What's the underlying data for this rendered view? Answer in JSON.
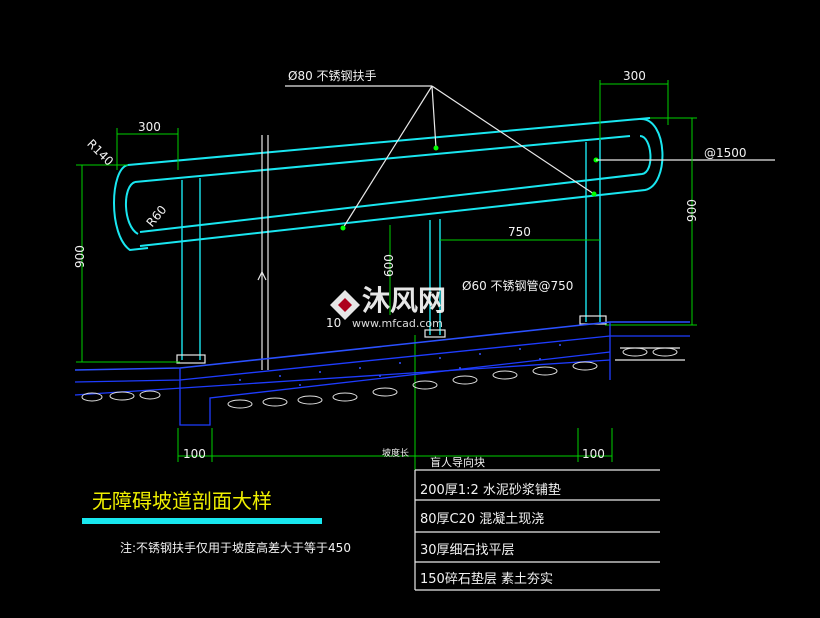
{
  "title": "无障碍坡道剖面大样",
  "note": "注:不锈钢扶手仅用于坡度高差大于等于450",
  "labels": {
    "handrail80": "Ø80 不锈钢扶手",
    "railpipe60": "Ø60 不锈钢管@750",
    "dim300_left": "300",
    "dim300_right": "300",
    "r140": "R140",
    "r60": "R60",
    "dim900_left": "900",
    "dim900_right": "900",
    "dim750": "750",
    "dim600": "600",
    "at1500": "@1500",
    "dim10": "10",
    "dim100_left": "100",
    "dim100_right": "100",
    "slope_len": "坡度长",
    "blind_road": "盲人导向块"
  },
  "layers": [
    "200厚1:2 水泥砂浆铺垫",
    "80厚C20 混凝土现浇",
    "30厚细石找平层",
    "150碎石垫层  素土夯实"
  ],
  "watermark": {
    "name": "沐风网",
    "url": "www.mfcad.com"
  },
  "colors": {
    "background": "#000000",
    "rail": "#19e6f0",
    "dimension": "#00d000",
    "slab": "#1e3cff",
    "title": "#f0f000",
    "text": "#f2f2f2"
  }
}
